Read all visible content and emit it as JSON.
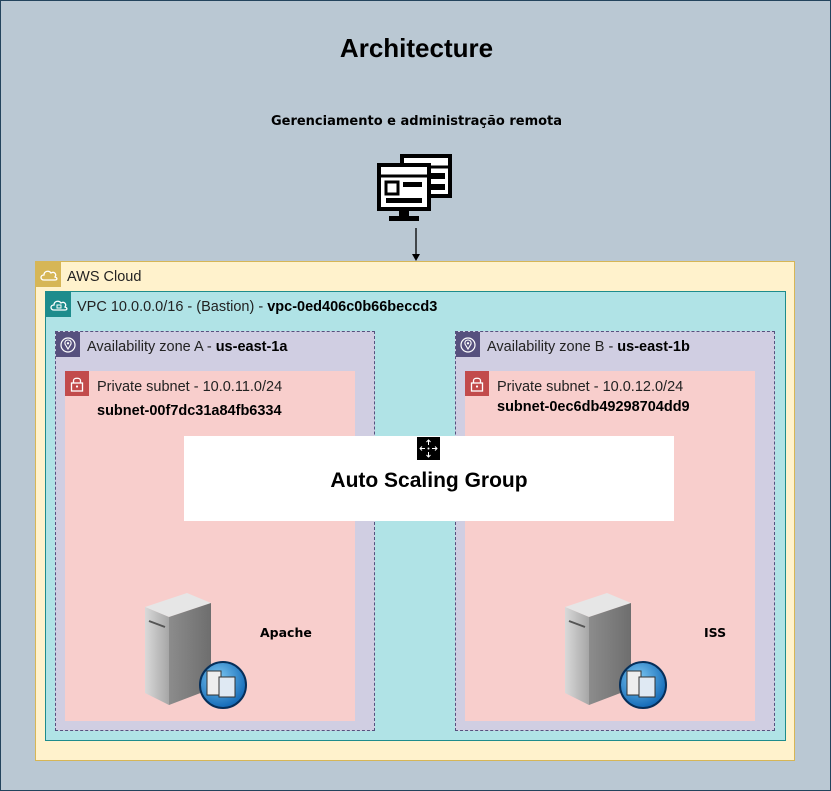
{
  "title": "Architecture",
  "subtitle": "Gerenciamento e administração remota",
  "aws_cloud": {
    "label": "AWS Cloud"
  },
  "vpc": {
    "label": "VPC 10.0.0.0/16 - (Bastion) - ",
    "id": "vpc-0ed406c0b66beccd3"
  },
  "zones": [
    {
      "label": "Availability zone A - ",
      "region": "us-east-1a",
      "subnet_label": "Private subnet - 10.0.11.0/24",
      "subnet_id": "subnet-00f7dc31a84fb6334",
      "server_label": "Apache"
    },
    {
      "label": "Availability zone B - ",
      "region": "us-east-1b",
      "subnet_label": "Private subnet - 10.0.12.0/24",
      "subnet_id": "subnet-0ec6db49298704dd9",
      "server_label": "ISS"
    }
  ],
  "auto_scaling_group": {
    "label": "Auto Scaling Group"
  },
  "icons": {
    "client": "remote-admin-workstation-icon",
    "cloud": "cloud-icon",
    "vpc": "vpc-cloud-icon",
    "zone": "location-pin-icon",
    "subnet": "padlock-icon",
    "asg": "auto-scaling-icon",
    "server": "server-icon"
  },
  "colors": {
    "background": "#bac8d3",
    "cloud_fill": "#fff2cc",
    "cloud_border": "#d6b656",
    "vpc_fill": "#b0e3e6",
    "vpc_border": "#1e8c8c",
    "zone_fill": "#d0cee2",
    "zone_border": "#56517e",
    "subnet_fill": "#f8cecc",
    "subnet_badge": "#c24b4b"
  }
}
